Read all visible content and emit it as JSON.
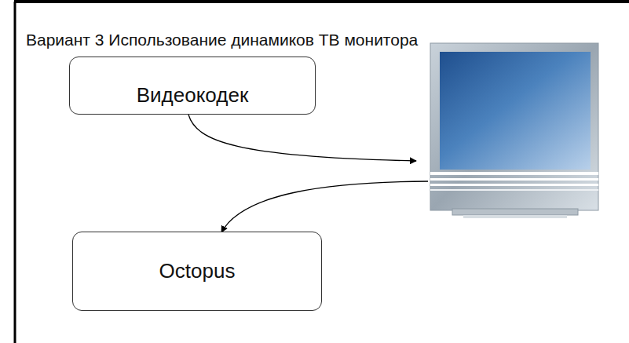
{
  "diagram": {
    "title": "Вариант 3 Использование динамиков ТВ монитора",
    "nodes": [
      {
        "text": [
          "Видеокодек"
        ]
      },
      {
        "text": [
          "Octopus"
        ]
      }
    ]
  }
}
